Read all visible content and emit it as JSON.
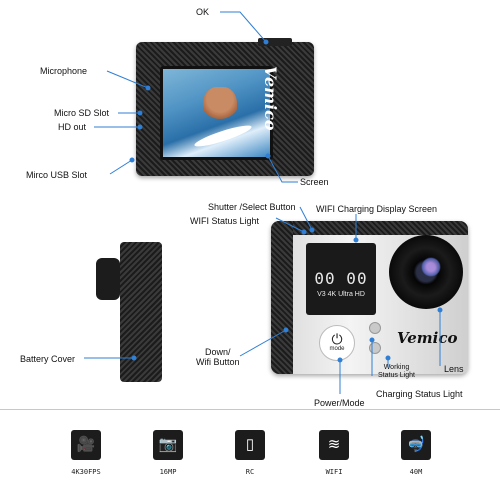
{
  "callouts": {
    "ok": "OK",
    "microphone": "Microphone",
    "micro_sd": "Micro SD Slot",
    "hd_out": "HD out",
    "usb": "Mirco USB Slot",
    "screen": "Screen",
    "shutter": "Shutter /Select Button",
    "wifi_light": "WIFI Status Light",
    "wifi_charging": "WIFI Charging Display Screen",
    "battery_cover": "Battery Cover",
    "down_wifi": "Down/\nWifi Button",
    "working_light": "Working\nStatus Light",
    "lens": "Lens",
    "charging_light": "Charging Status Light",
    "power_mode": "Power/Mode"
  },
  "brand": "Vemico",
  "lcd": {
    "time": "00 00",
    "bottom": "V3 4K Ultra HD"
  },
  "power_glyph": "⏻",
  "power_text": "mode",
  "features": [
    {
      "icon": "video-camera-icon",
      "glyph": "🎥",
      "label": "4K30FPS"
    },
    {
      "icon": "camera-icon",
      "glyph": "📷",
      "label": "16MP"
    },
    {
      "icon": "remote-icon",
      "glyph": "▯",
      "label": "RC"
    },
    {
      "icon": "wifi-icon",
      "glyph": "≋",
      "label": "WIFI"
    },
    {
      "icon": "diving-mask-icon",
      "glyph": "🤿",
      "label": "40M"
    }
  ],
  "colors": {
    "line": "#2f7fd6",
    "accent": "#1c1c1c"
  }
}
